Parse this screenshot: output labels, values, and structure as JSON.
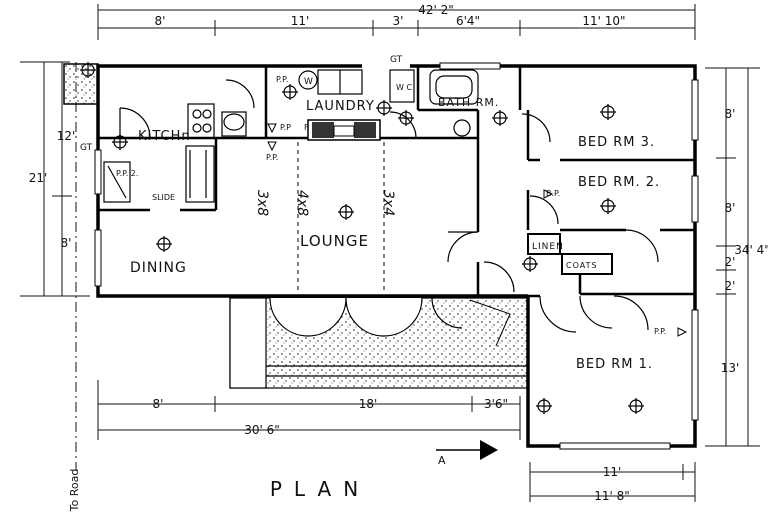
{
  "drawing": {
    "title": "PLAN",
    "road_note": "To Road",
    "section_marker": "A"
  },
  "dimensions": {
    "overall_width": "42' 2\"",
    "top_segments": [
      "8'",
      "11'",
      "3'",
      "6'4\"",
      "11' 10\""
    ],
    "left_total": "21'",
    "left_segments": [
      "12'",
      "8'"
    ],
    "right_total": "34' 4\"",
    "right_segments": [
      "8'",
      "8'",
      "2'",
      "2'",
      "13'"
    ],
    "bottom_segments": [
      "8'",
      "18'",
      "3'6\""
    ],
    "bottom_total": "30' 6\"",
    "bed1_widths": [
      "11'",
      "11' 8\""
    ]
  },
  "rooms": {
    "kitchen": "KITCHn",
    "laundry": "LAUNDRY",
    "bath": "BATH RM.",
    "bed3": "BED RM 3.",
    "bed2": "BED RM. 2.",
    "bed1": "BED RM 1.",
    "lounge": "LOUNGE",
    "dining": "DINING",
    "linen": "LINEN",
    "coats": "COATS"
  },
  "fixtures": {
    "gt_top": "GT",
    "gt_left": "GT",
    "pp": "P.P.",
    "pp2": "P.P. 2.",
    "pp_small": "P.P",
    "w": "W",
    "wc": "W C",
    "slide": "SLIDE",
    "bp": "B.P.",
    "f": "F"
  },
  "floor_marks": [
    "3x8",
    "4x8",
    "3x4"
  ]
}
